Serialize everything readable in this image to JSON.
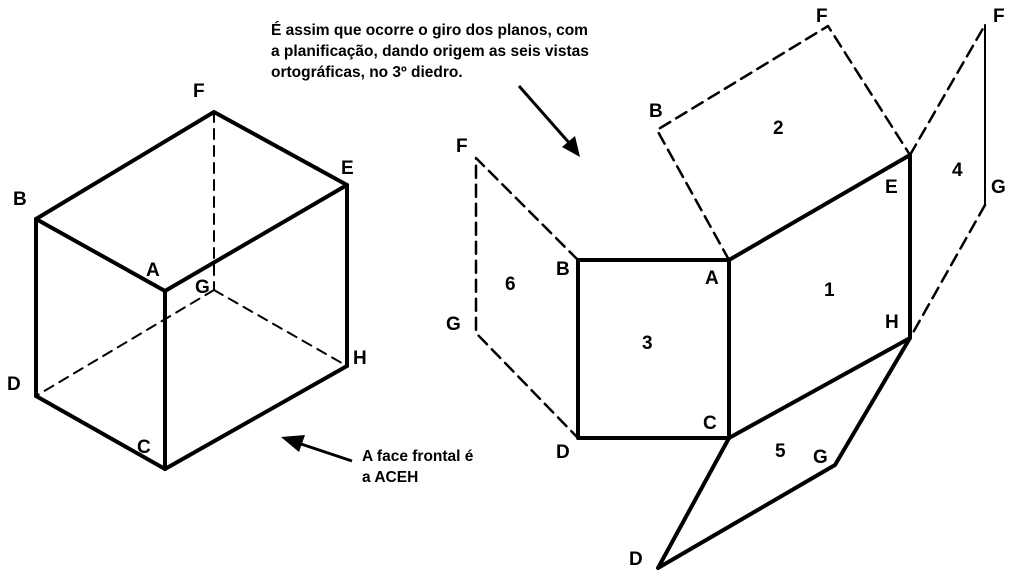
{
  "annotations": {
    "top_note": {
      "lines": [
        "É assim que ocorre o giro dos planos, com",
        "a planificação, dando origem as seis vistas",
        "ortográficas, no 3º diedro."
      ]
    },
    "bottom_note": {
      "lines": [
        "A face frontal é",
        "a ACEH"
      ]
    }
  },
  "cube": {
    "vertex_labels": {
      "A": "A",
      "B": "B",
      "C": "C",
      "D": "D",
      "E": "E",
      "F": "F",
      "G": "G",
      "H": "H"
    }
  },
  "unfolded": {
    "face_numbers": [
      "1",
      "2",
      "3",
      "4",
      "5",
      "6"
    ],
    "vertex_labels": {
      "A": "A",
      "B_left": "B",
      "B_top": "B",
      "C": "C",
      "D_left": "D",
      "D_bottom": "D",
      "E": "E",
      "F_top": "F",
      "F_right": "F",
      "F_left": "F",
      "G_left": "G",
      "G_right": "G",
      "G_bottom": "G",
      "H": "H"
    }
  },
  "colors": {
    "line": "#000000",
    "background": "#ffffff"
  }
}
